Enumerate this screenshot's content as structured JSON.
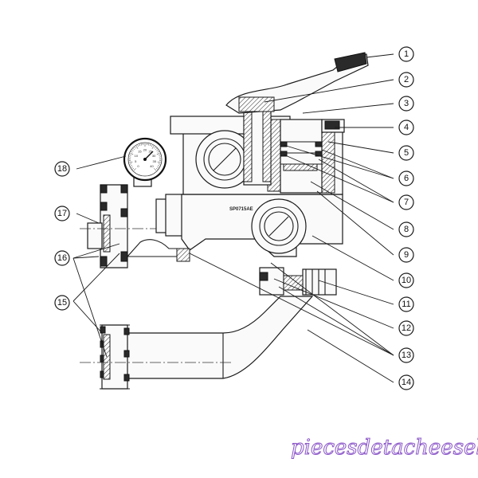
{
  "diagram": {
    "model_label": "SP0715AE",
    "callouts": [
      "1",
      "2",
      "3",
      "4",
      "5",
      "6",
      "7",
      "8",
      "9",
      "10",
      "11",
      "12",
      "13",
      "14",
      "15",
      "16",
      "17",
      "18"
    ],
    "gauge_numbers": [
      "0",
      "5",
      "10",
      "15",
      "20",
      "25",
      "30",
      "35",
      "40"
    ],
    "watermark": "piecesdetacheeselec.com"
  }
}
